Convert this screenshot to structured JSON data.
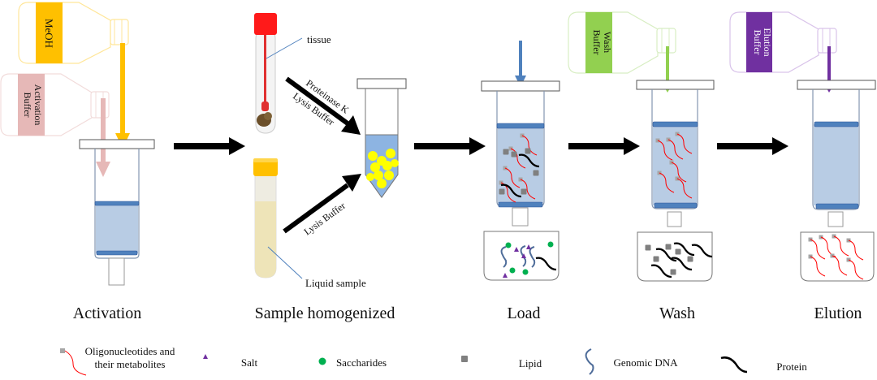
{
  "steps": [
    {
      "id": "activation",
      "label": "Activation"
    },
    {
      "id": "sample",
      "label": "Sample homogenized"
    },
    {
      "id": "load",
      "label": "Load"
    },
    {
      "id": "wash",
      "label": "Wash"
    },
    {
      "id": "elution",
      "label": "Elution"
    }
  ],
  "bottles": {
    "meoh": {
      "line1": "MeOH",
      "line2": "",
      "color": "#FFC000"
    },
    "activation": {
      "line1": "Activation",
      "line2": "Buffer",
      "color": "#E6B8B7"
    },
    "wash": {
      "line1": "Wash",
      "line2": "Buffer",
      "color": "#92D050"
    },
    "elution": {
      "line1": "Elution",
      "line2": "Buffer",
      "color": "#7030A0"
    }
  },
  "sample_labels": {
    "tissue": "tissue",
    "liquid": "Liquid sample",
    "arrow_top_line1": "Proteinase K",
    "arrow_top_line2": "Lysis Buffer",
    "arrow_bottom": "Lysis Buffer"
  },
  "legend": [
    {
      "id": "oligo",
      "line1": "Oligonucleotides and",
      "line2": "their metabolites"
    },
    {
      "id": "salt",
      "line1": "Salt"
    },
    {
      "id": "saccharides",
      "line1": "Saccharides"
    },
    {
      "id": "lipid",
      "line1": "Lipid"
    },
    {
      "id": "gdna",
      "line1": "Genomic DNA"
    },
    {
      "id": "protein",
      "line1": "Protein"
    }
  ],
  "colors": {
    "column_fill": "#B8CCE4",
    "frit": "#4F81BD",
    "tube_fill": "#8DB4E2",
    "bead": "#FFFF00",
    "oligo": "#FF0000",
    "salt": "#7030A0",
    "saccharide": "#00B050",
    "lipid": "#808080",
    "gdna": "#4F6D9A",
    "load_arrow": "#4F81BD"
  }
}
